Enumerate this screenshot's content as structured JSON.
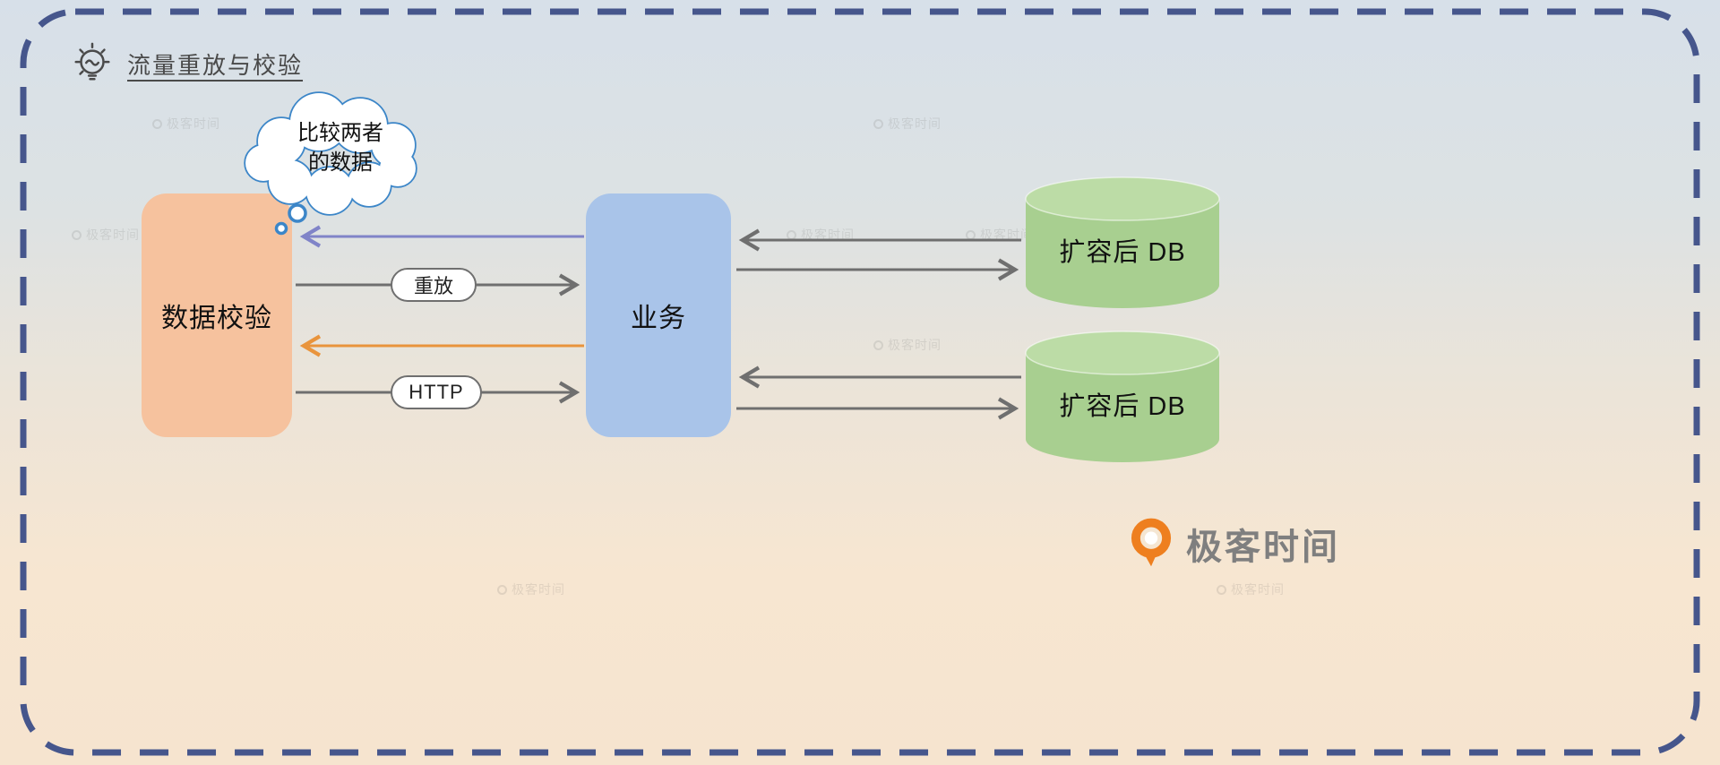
{
  "title": "流量重放与校验",
  "thought_bubble": {
    "line1": "比较两者",
    "line2": "的数据"
  },
  "nodes": {
    "validator": {
      "label": "数据校验"
    },
    "service": {
      "label": "业务"
    },
    "db_top": {
      "label": "扩容后 DB"
    },
    "db_bottom": {
      "label": "扩容后 DB"
    }
  },
  "edge_labels": {
    "replay": "重放",
    "http": "HTTP"
  },
  "watermark": {
    "text": "极客时间"
  },
  "logo": {
    "text": "极客时间"
  },
  "colors": {
    "border": "#46568c",
    "validator_fill": "#f6c29e",
    "service_fill": "#a9c4e9",
    "db_fill": "#a8cf90",
    "db_top_fill": "#bcdca6",
    "gray_arrow": "#6f6f6f",
    "purple_arrow": "#8084c8",
    "orange_arrow": "#e9943c",
    "cloud_stroke": "#3c86c8",
    "logo_orange": "#ee7f1f",
    "title_color": "#4a4a4a"
  }
}
